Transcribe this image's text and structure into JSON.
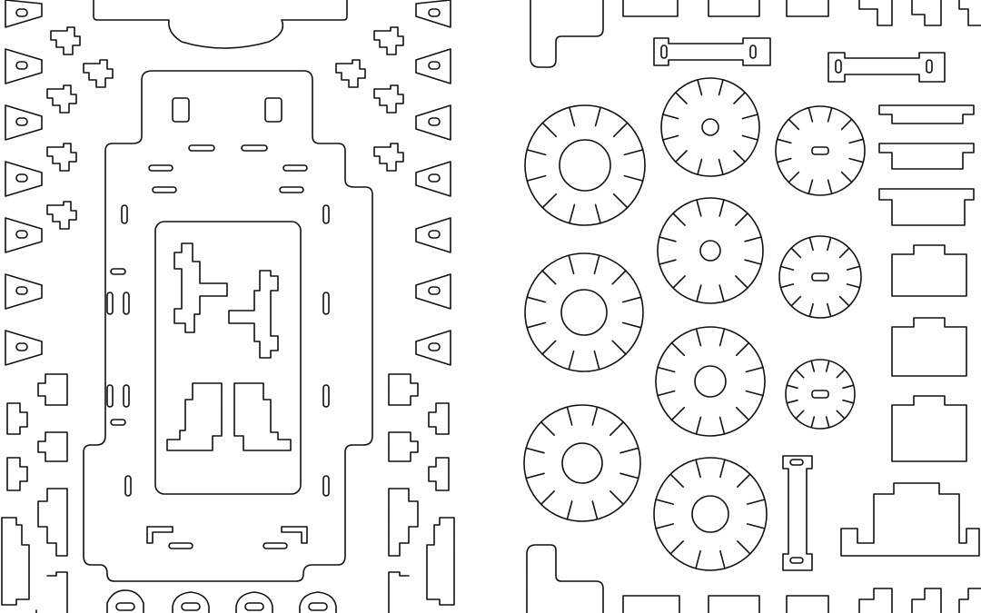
{
  "diagram": {
    "kind": "laser-cut-layout",
    "colors": {
      "background": "#ffffff",
      "cut_line": "#111111"
    },
    "text": [],
    "parts": {
      "left_panel": [
        "chassis-plate",
        "inner-cutout-window",
        "bracket-pieces",
        "side-wedges",
        "cross-pieces",
        "tab-pieces",
        "rounded-clips"
      ],
      "right_panel": [
        "gears-large",
        "gears-small",
        "gear-hub-holes",
        "slotted-bars",
        "t-brackets",
        "step-blocks",
        "l-brackets",
        "end-blocks"
      ]
    }
  }
}
